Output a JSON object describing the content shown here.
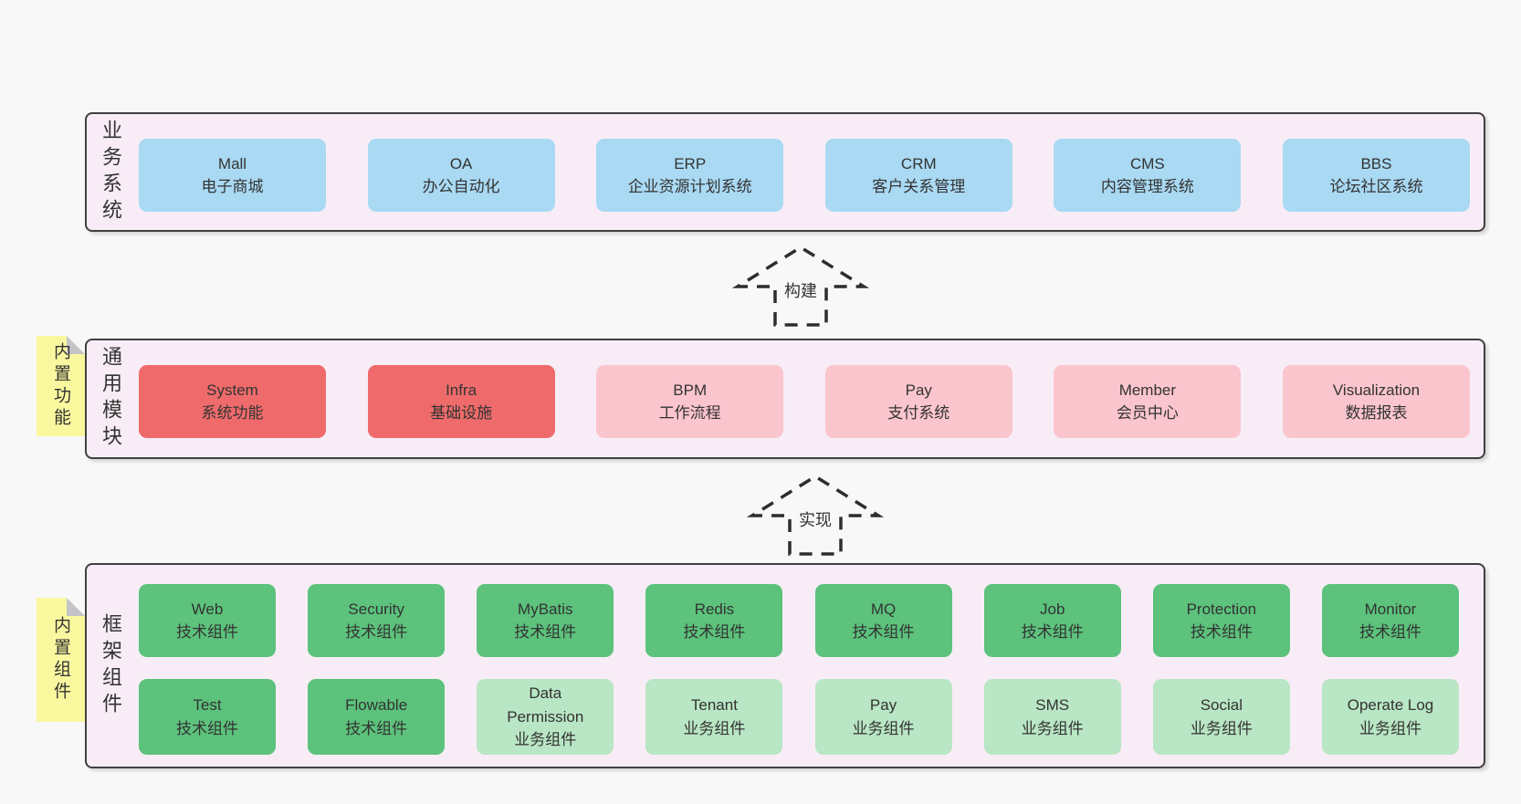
{
  "colors": {
    "page_bg": "#f8f8f8",
    "layer_bg": "#f8edf6",
    "layer_border": "#404040",
    "blue_box": "#a9d9f3",
    "red_box": "#ef6b6b",
    "pink_box": "#fbc5ce",
    "green_box": "#5cc27c",
    "light_green_box": "#b9e6c4",
    "sticky_yellow": "#faf89f",
    "sticky_fold_gray": "#c3c3c8",
    "text": "#333333"
  },
  "layers": {
    "business": {
      "label": "业务系统",
      "boxes": [
        {
          "name": "Mall",
          "subtitle": "电子商城"
        },
        {
          "name": "OA",
          "subtitle": "办公自动化"
        },
        {
          "name": "ERP",
          "subtitle": "企业资源计划系统"
        },
        {
          "name": "CRM",
          "subtitle": "客户关系管理"
        },
        {
          "name": "CMS",
          "subtitle": "内容管理系统"
        },
        {
          "name": "BBS",
          "subtitle": "论坛社区系统"
        }
      ]
    },
    "modules": {
      "label": "通用模块",
      "sticky": "内置功能",
      "boxes": [
        {
          "name": "System",
          "subtitle": "系统功能"
        },
        {
          "name": "Infra",
          "subtitle": "基础设施"
        },
        {
          "name": "BPM",
          "subtitle": "工作流程"
        },
        {
          "name": "Pay",
          "subtitle": "支付系统"
        },
        {
          "name": "Member",
          "subtitle": "会员中心"
        },
        {
          "name": "Visualization",
          "subtitle": "数据报表"
        }
      ]
    },
    "framework": {
      "label": "框架组件",
      "sticky": "内置组件",
      "row1": [
        {
          "name": "Web",
          "subtitle": "技术组件"
        },
        {
          "name": "Security",
          "subtitle": "技术组件"
        },
        {
          "name": "MyBatis",
          "subtitle": "技术组件"
        },
        {
          "name": "Redis",
          "subtitle": "技术组件"
        },
        {
          "name": "MQ",
          "subtitle": "技术组件"
        },
        {
          "name": "Job",
          "subtitle": "技术组件"
        },
        {
          "name": "Protection",
          "subtitle": "技术组件"
        },
        {
          "name": "Monitor",
          "subtitle": "技术组件"
        }
      ],
      "row2": [
        {
          "name": "Test",
          "subtitle": "技术组件"
        },
        {
          "name": "Flowable",
          "subtitle": "技术组件"
        },
        {
          "name": "Data Permission",
          "subtitle": "业务组件"
        },
        {
          "name": "Tenant",
          "subtitle": "业务组件"
        },
        {
          "name": "Pay",
          "subtitle": "业务组件"
        },
        {
          "name": "SMS",
          "subtitle": "业务组件"
        },
        {
          "name": "Social",
          "subtitle": "业务组件"
        },
        {
          "name": "Operate Log",
          "subtitle": "业务组件"
        }
      ]
    }
  },
  "arrows": [
    {
      "label": "构建"
    },
    {
      "label": "实现"
    }
  ]
}
